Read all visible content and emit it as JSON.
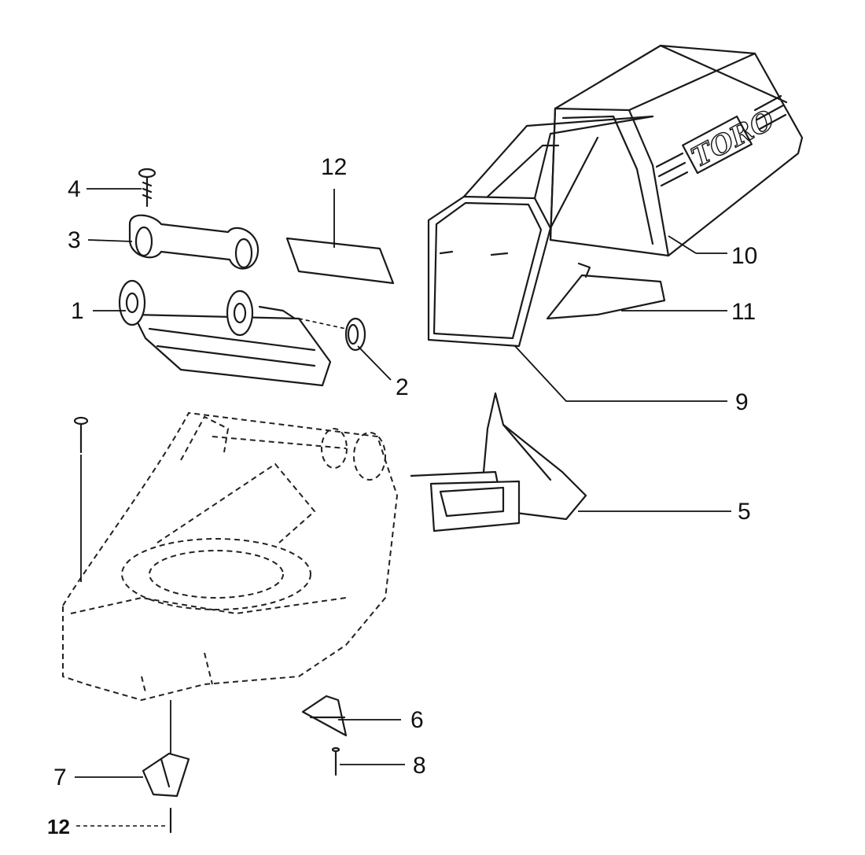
{
  "diagram": {
    "brand_logo_text": "TORO",
    "callouts": [
      {
        "id": "c1",
        "label": "1"
      },
      {
        "id": "c2",
        "label": "2"
      },
      {
        "id": "c3",
        "label": "3"
      },
      {
        "id": "c4",
        "label": "4"
      },
      {
        "id": "c5",
        "label": "5"
      },
      {
        "id": "c6",
        "label": "6"
      },
      {
        "id": "c7",
        "label": "7"
      },
      {
        "id": "c8",
        "label": "8"
      },
      {
        "id": "c9",
        "label": "9"
      },
      {
        "id": "c10",
        "label": "10"
      },
      {
        "id": "c11",
        "label": "11"
      },
      {
        "id": "c12a",
        "label": "12"
      },
      {
        "id": "c12b",
        "label": "12"
      }
    ],
    "colors": {
      "ink": "#1a1a1a",
      "paper": "#ffffff"
    }
  }
}
